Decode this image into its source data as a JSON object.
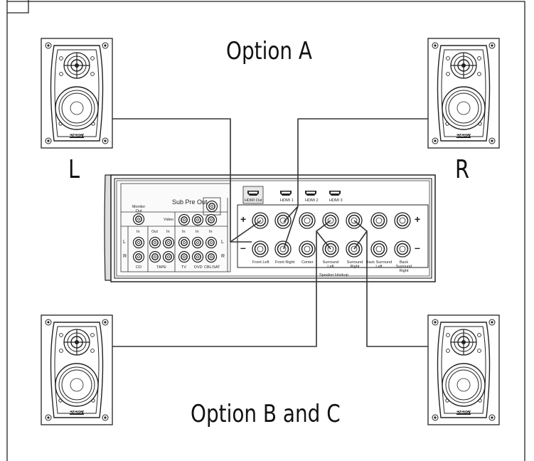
{
  "titles": {
    "option_a": "Option A",
    "option_bc": "Option B and C",
    "left": "L",
    "right": "R"
  },
  "receiver": {
    "sub_pre_out": "Sub Pre Out",
    "monitor_out": "Monitor Out",
    "video": "Video",
    "in": "In",
    "out": "Out",
    "l": "L",
    "r": "R",
    "cd": "CD",
    "tape": "TAPE",
    "tv": "TV",
    "dvd": "DVD",
    "cbl_sat": "CBL/SAT",
    "hdmi": [
      "HDMI Out",
      "HDMI 1",
      "HDMI 2",
      "HDMI 3"
    ],
    "plus": "+",
    "minus": "–",
    "speaker_terminals": [
      "Front Left",
      "Front Right",
      "Center",
      "Surround Left",
      "Surround Right",
      "Back Surround Left",
      "Back Surround Right"
    ],
    "speaker_hookup": "Speaker Hookup"
  },
  "speaker_brand": "ENERGY"
}
